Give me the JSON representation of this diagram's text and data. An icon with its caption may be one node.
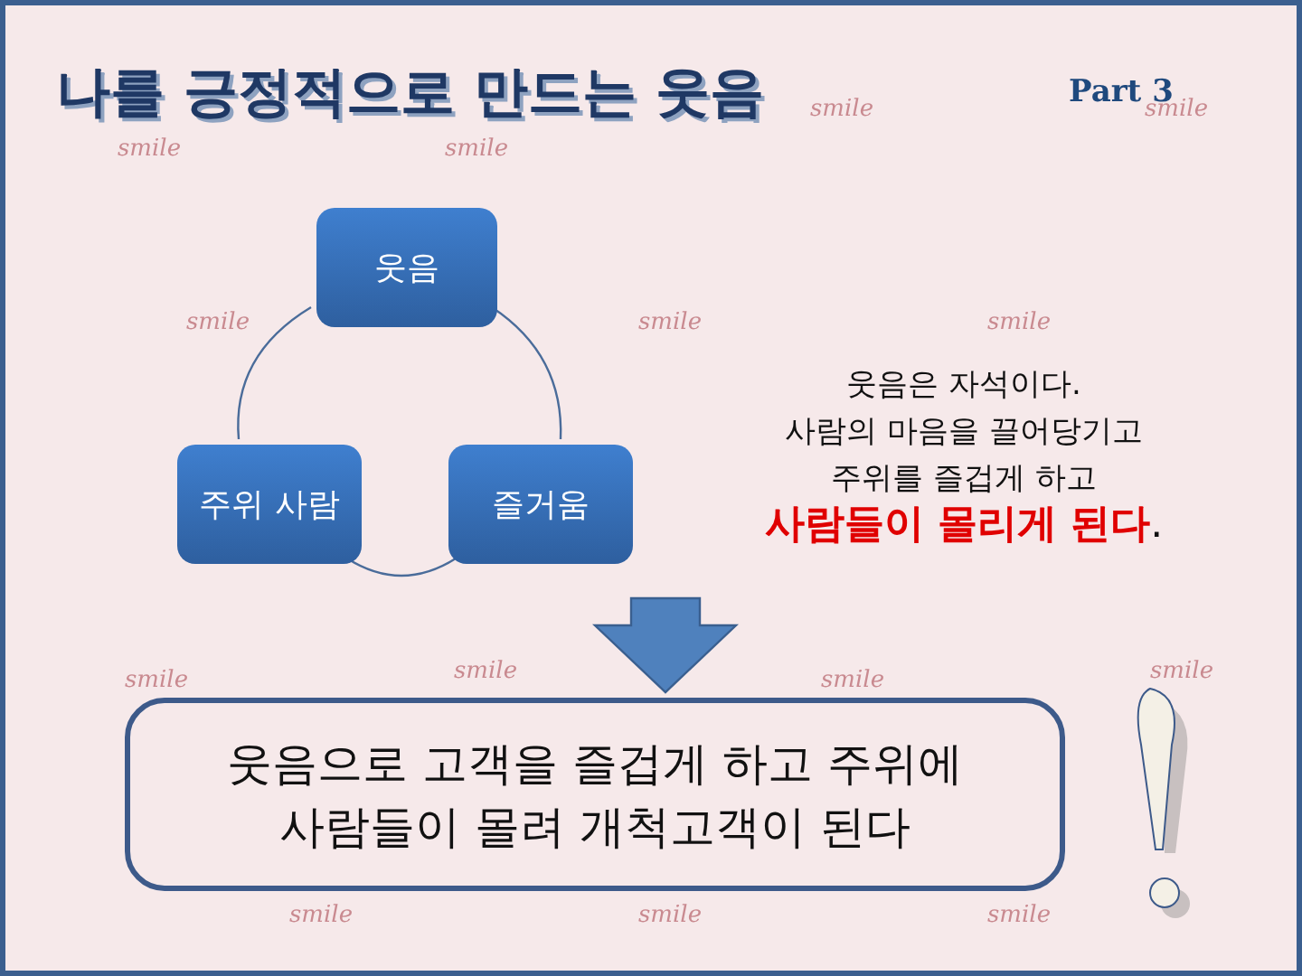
{
  "diagram": {
    "title": "나를 긍정적으로 만드는 웃음",
    "nodes": [
      {
        "text": [
          "웃음"
        ]
      },
      {
        "text": [
          "주위 사람"
        ]
      },
      {
        "text": [
          "즐거움"
        ]
      },
      {
        "text": [
          "웃음으로 고객을 즐겁게 하고 주위에 사람들이 몰려 개척고객이 된다"
        ]
      }
    ],
    "edges": [
      {
        "from": 0,
        "to": 1,
        "arrow": "none"
      },
      {
        "from": 0,
        "to": 2,
        "arrow": "none"
      },
      {
        "from": 1,
        "to": 2,
        "arrow": "none"
      },
      {
        "from": null,
        "to": 3,
        "arrow": "to",
        "style": "thick"
      }
    ],
    "labels": [
      "Part 3",
      "smile",
      "smile",
      "smile",
      "smile",
      "smile",
      "smile",
      "smile",
      "웃음은 자석이다.",
      "사람의 마음을 끌어당기고",
      "주위를 즐겁게 하고",
      "**사람들이 몰리게 된다**.",
      "smile",
      "smile",
      "smile",
      "smile",
      "smile",
      "smile",
      "smile"
    ]
  }
}
